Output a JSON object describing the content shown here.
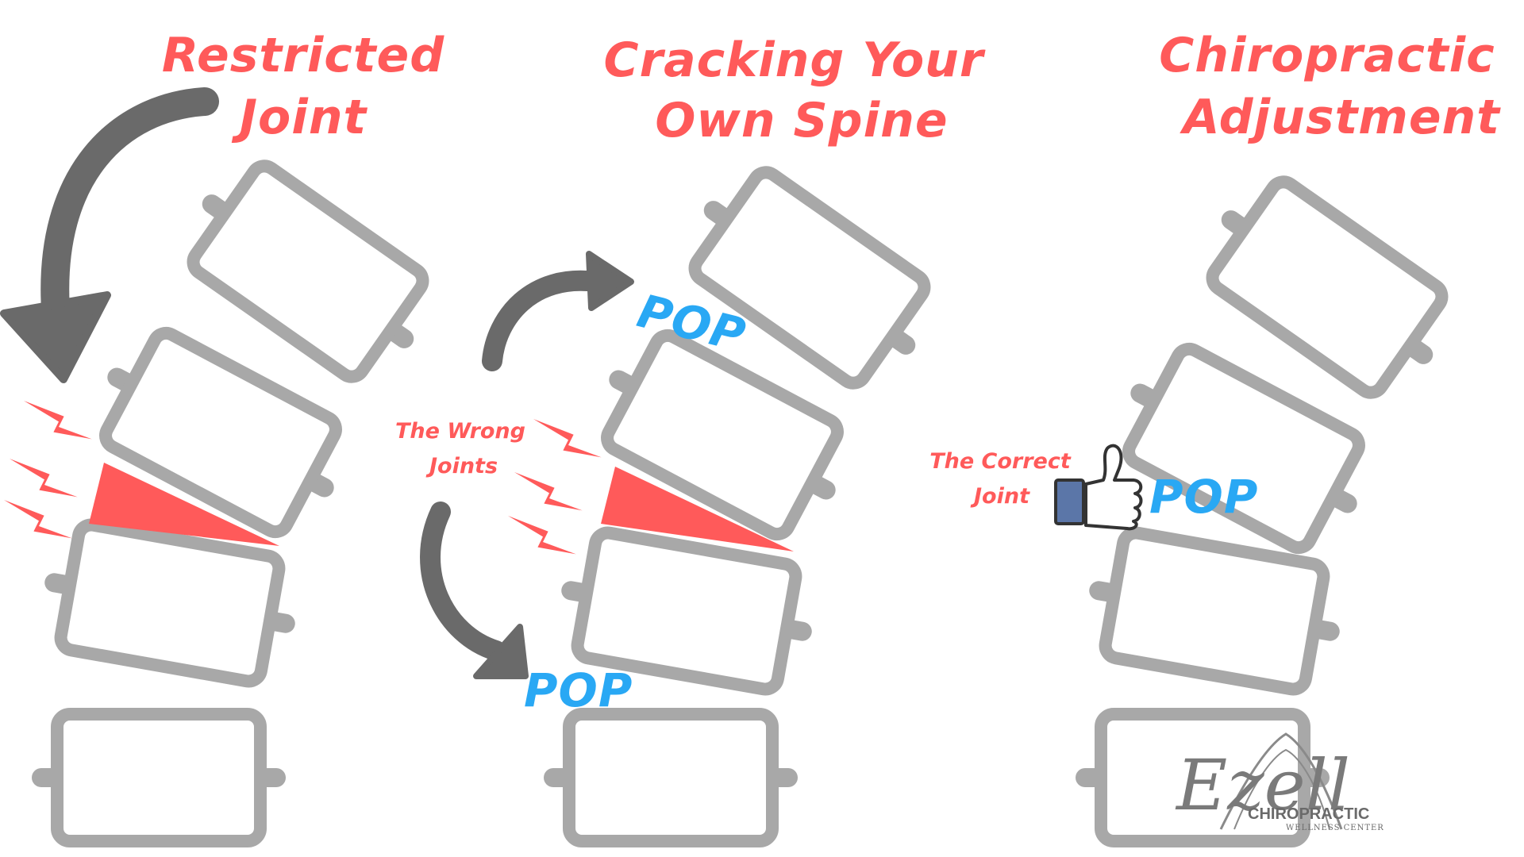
{
  "panels": [
    {
      "title_line1": "Restricted",
      "title_line2": "Joint"
    },
    {
      "title_line1": "Cracking Your",
      "title_line2": "Own Spine"
    },
    {
      "title_line1": "Chiropractic",
      "title_line2": "Adjustment"
    }
  ],
  "annotations": {
    "wrong_joints_line1": "The Wrong",
    "wrong_joints_line2": "Joints",
    "correct_joint_line1": "The Correct",
    "correct_joint_line2": "Joint",
    "pop": "POP"
  },
  "logo": {
    "script": "Ezell",
    "name": "CHIROPRACTIC",
    "tagline": "WELLNESS CENTER"
  },
  "colors": {
    "accent_red": "#ff5a5a",
    "pop_blue": "#29a8f4",
    "vertebra_gray": "#a8a8a8",
    "arrow_gray": "#6a6a6a",
    "thumb_blue": "#5b76a8"
  },
  "icons": [
    "curved-arrow-icon",
    "lightning-bolt-icon",
    "thumbs-up-icon"
  ]
}
